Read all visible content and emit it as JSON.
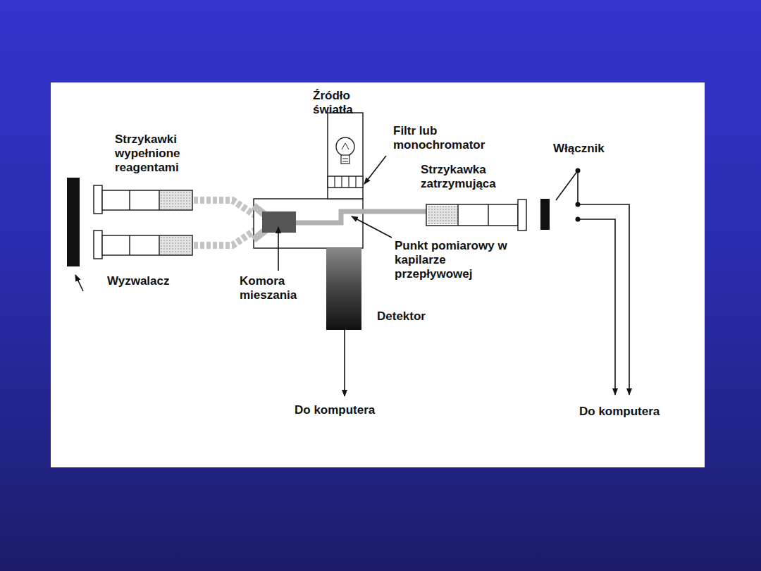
{
  "diagram": {
    "labels": [
      "Źródło światła",
      "Filtr lub monochromator",
      "Strzykawki wypełnione reagentami",
      "Włącznik",
      "Strzykawka zatrzymująca",
      "Punkt pomiarowy w kapilarze przepływowej",
      "Wyzwalacz",
      "Komora mieszania",
      "Detektor",
      "Do komputera",
      "Do komputera"
    ]
  }
}
